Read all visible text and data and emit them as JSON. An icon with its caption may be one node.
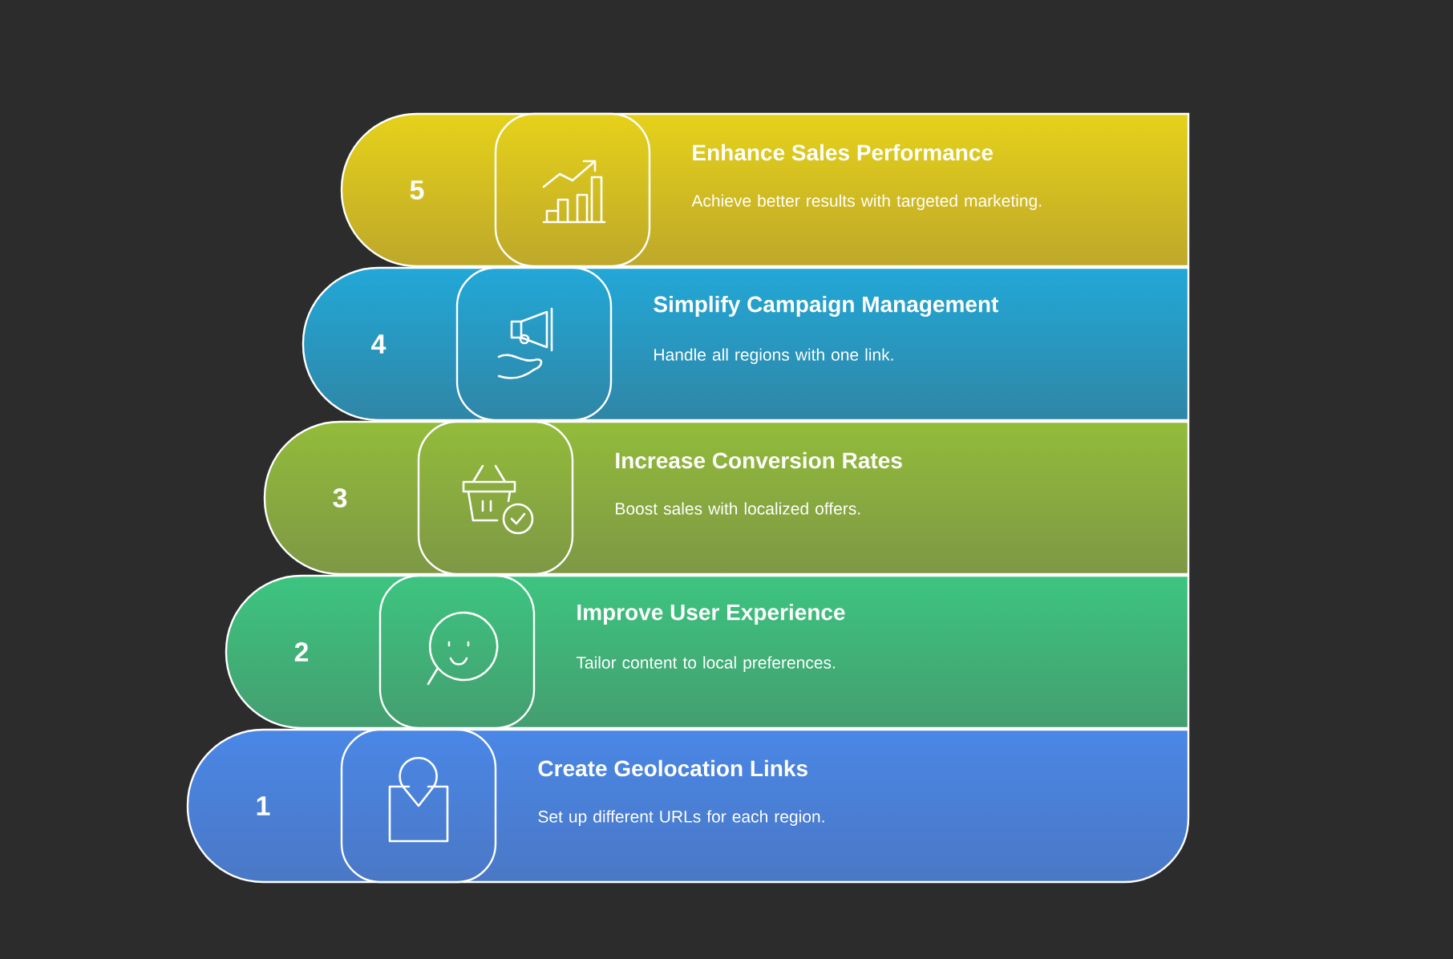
{
  "diagram": {
    "nodes": [
      {
        "text": [
          "5",
          "Enhance Sales Performance",
          "Achieve better results with targeted marketing."
        ]
      },
      {
        "text": [
          "4",
          "Simplify Campaign Management",
          "Handle all regions with one link."
        ]
      },
      {
        "text": [
          "3",
          "Increase Conversion Rates",
          "Boost sales with localized offers."
        ]
      },
      {
        "text": [
          "2",
          "Improve User Experience",
          "Tailor content to local preferences."
        ]
      },
      {
        "text": [
          "1",
          "Create Geolocation Links",
          "Set up different URLs for each region."
        ]
      }
    ]
  }
}
